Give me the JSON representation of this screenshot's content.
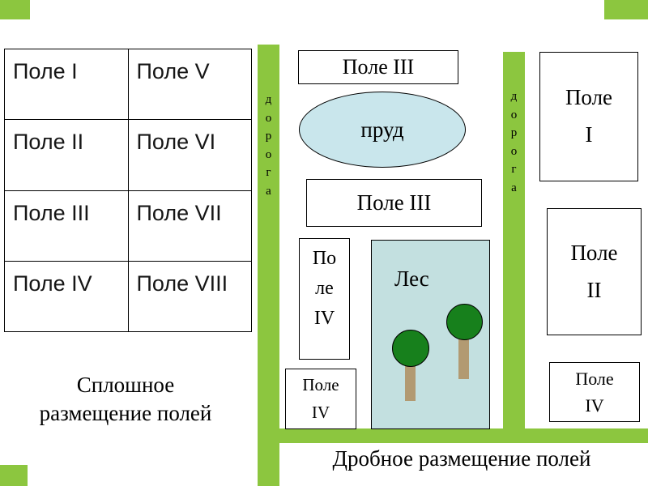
{
  "slide": {
    "left_caption": "Сплошное\nразмещение полей",
    "bottom_caption": "Дробное размещение полей"
  },
  "table": {
    "rows": [
      [
        "Поле I",
        "Поле V"
      ],
      [
        "Поле II",
        "Поле VI"
      ],
      [
        "Поле III",
        "Поле VII"
      ],
      [
        "Поле IV",
        "Поле VIII"
      ]
    ]
  },
  "roads": {
    "label": "д\nо\nр\nо\nг\nа"
  },
  "middle": {
    "field3_top": "Поле III",
    "pond": "пруд",
    "field3_mid": "Поле III",
    "field4_tall": "По\nле\nIV",
    "field4_small": "Поле\nIV",
    "forest": "Лес"
  },
  "right": {
    "field1": "Поле\nI",
    "field2": "Поле\nII",
    "field4": "Поле\nIV"
  },
  "colors": {
    "road_green": "#8CC63F",
    "pond_blue": "#C9E6EC",
    "forest_blue": "#C3E0E0",
    "tree_green": "#17801C",
    "trunk_brown": "#B29A72"
  }
}
